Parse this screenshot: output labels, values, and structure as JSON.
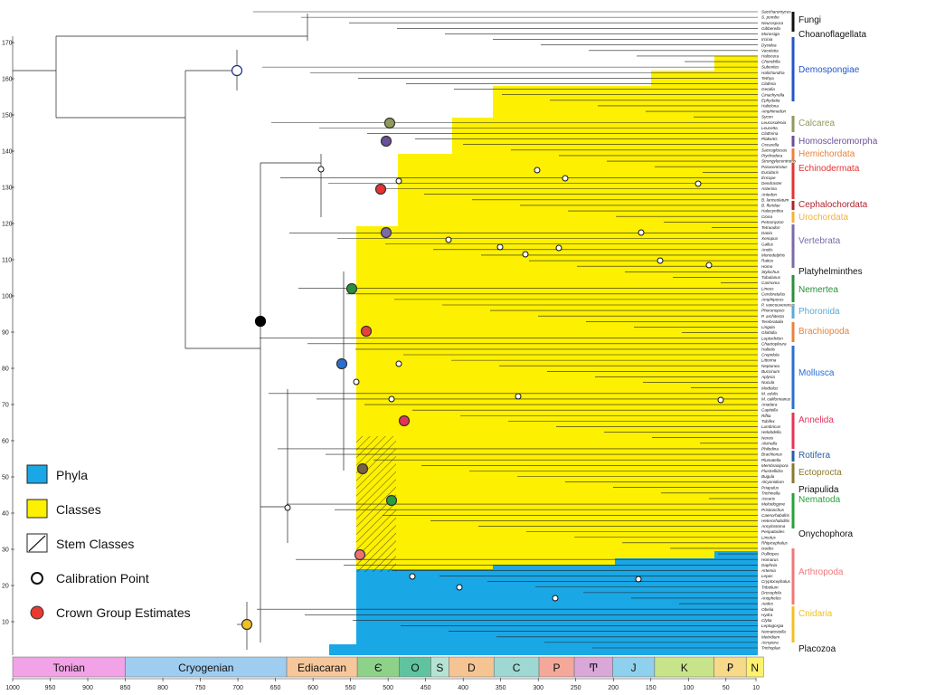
{
  "chart_data": {
    "type": "phylogenetic-timetree",
    "x_axis": {
      "ticks": [
        1000,
        950,
        900,
        850,
        800,
        750,
        700,
        650,
        600,
        550,
        500,
        450,
        400,
        350,
        300,
        250,
        200,
        150,
        100,
        50,
        10
      ],
      "range": [
        1000,
        10
      ]
    },
    "y_axis": {
      "ticks": [
        10,
        20,
        30,
        40,
        50,
        60,
        70,
        80,
        90,
        100,
        110,
        120,
        130,
        140,
        150,
        160,
        170
      ],
      "range": [
        0,
        172
      ]
    },
    "periods": [
      {
        "label": "Tonian",
        "start": 1000,
        "end": 850,
        "color": "#f2a2e6"
      },
      {
        "label": "Cryogenian",
        "start": 850,
        "end": 635,
        "color": "#9fcdf0"
      },
      {
        "label": "Ediacaran",
        "start": 635,
        "end": 541,
        "color": "#f7c79c"
      },
      {
        "label": "Є",
        "start": 541,
        "end": 485,
        "color": "#8ed28a"
      },
      {
        "label": "O",
        "start": 485,
        "end": 443,
        "color": "#5fc3a0"
      },
      {
        "label": "S",
        "start": 443,
        "end": 419,
        "color": "#b5e3d3"
      },
      {
        "label": "D",
        "start": 419,
        "end": 359,
        "color": "#f5c493"
      },
      {
        "label": "C",
        "start": 359,
        "end": 299,
        "color": "#9fd7d2"
      },
      {
        "label": "P",
        "start": 299,
        "end": 252,
        "color": "#f4a89a"
      },
      {
        "label": "Ͳ",
        "start": 252,
        "end": 201,
        "color": "#d9a7d8"
      },
      {
        "label": "J",
        "start": 201,
        "end": 145,
        "color": "#8fd0ec"
      },
      {
        "label": "K",
        "start": 145,
        "end": 66,
        "color": "#c8e48a"
      },
      {
        "label": "Ꝑ",
        "start": 66,
        "end": 23,
        "color": "#f7d98a"
      },
      {
        "label": "N",
        "start": 23,
        "end": 0,
        "color": "#fff170"
      }
    ],
    "legend": [
      {
        "label": "Phyla",
        "swatch": "phyla"
      },
      {
        "label": "Classes",
        "swatch": "classes"
      },
      {
        "label": "Stem Classes",
        "swatch": "stem"
      },
      {
        "label": "Calibration Point",
        "swatch": "calibration"
      },
      {
        "label": "Crown Group Estimates",
        "swatch": "crown"
      }
    ],
    "area_colors": {
      "phyla": "#1aa7e6",
      "classes": "#fdf000"
    },
    "taxa": [
      "Saccharomyces",
      "S. pombe",
      "Neurospora",
      "Gibberella",
      "Monosiga",
      "Ircinia",
      "Dysidea",
      "Vaceletia",
      "Haliscera",
      "Chondrilla",
      "Suberites",
      "Halichondria",
      "Tethya",
      "Clathria",
      "Geodia",
      "Cinachyrella",
      "Ephydatia",
      "Haliclona",
      "Amphimedon",
      "Sycon",
      "Leucosolenia",
      "Leucetta",
      "Clathrina",
      "Plakortis",
      "Oscarella",
      "Saccoglossus",
      "Ptychodera",
      "Strongylocentrotus",
      "Paracentrotus",
      "Eucidaris",
      "Encope",
      "Dendraster",
      "Asterina",
      "Antedon",
      "B. lanceolatum",
      "B. floridae",
      "Halocynthia",
      "Ciona",
      "Petromyzon",
      "Tetraodon",
      "Danio",
      "Xenopus",
      "Gallus",
      "Anolis",
      "Monodelphis",
      "Rattus",
      "Homo",
      "Stylochus",
      "Tubulanus",
      "Carinoma",
      "Lineus",
      "Cerebratulus",
      "Amphiporus",
      "P. vancouverensis",
      "Phoronopsis",
      "P. architecta",
      "Terebratalia",
      "Lingula",
      "Glottidia",
      "Leptochiton",
      "Chaetopleura",
      "Haliotis",
      "Crepidula",
      "Littorina",
      "Neptunea",
      "Buccinum",
      "Aplysia",
      "Nucula",
      "Modiolus",
      "M. edulis",
      "M. californianus",
      "Anadara",
      "Capitella",
      "Riftia",
      "Tubifex",
      "Lumbricus",
      "Helobdella",
      "Nereis",
      "Alvinella",
      "Philodina",
      "Brachionus",
      "Plumatella",
      "Membranipora",
      "Flustrellidra",
      "Bugula",
      "Alcyonidium",
      "Priapulus",
      "Trichinella",
      "Ascaris",
      "Meloidogyne",
      "Pristionchus",
      "Caenorhabditis",
      "Heterorhabditis",
      "Ancylostoma",
      "Peripatoides",
      "Limulus",
      "Rhipicephalus",
      "Ixodes",
      "Pollicipes",
      "Homarus",
      "Daphnia",
      "Artemia",
      "Lepas",
      "Cryptocephalus",
      "Tribolium",
      "Drosophila",
      "Anopheles",
      "Aedes",
      "Obelia",
      "Hydra",
      "Clytia",
      "Leptogorgia",
      "Nematostella",
      "Metridium",
      "Acropora",
      "Trichoplax"
    ],
    "groups": [
      {
        "label": "Fungi",
        "color": "#111111"
      },
      {
        "label": "Choanoflagellata",
        "color": "#111111"
      },
      {
        "label": "Demospongiae",
        "color": "#2356c8"
      },
      {
        "label": "Calcarea",
        "color": "#8f9a5a"
      },
      {
        "label": "Homoscleromorpha",
        "color": "#6b4f9a"
      },
      {
        "label": "Hemichordata",
        "color": "#e8833a"
      },
      {
        "label": "Echinodermata",
        "color": "#e63232"
      },
      {
        "label": "Cephalochordata",
        "color": "#b0222a"
      },
      {
        "label": "Urochordata",
        "color": "#f4b13a"
      },
      {
        "label": "Vertebrata",
        "color": "#7b6aa8"
      },
      {
        "label": "Platyhelminthes",
        "color": "#111111"
      },
      {
        "label": "Nemertea",
        "color": "#2a8f3a"
      },
      {
        "label": "Phoronida",
        "color": "#5aa9d8"
      },
      {
        "label": "Brachiopoda",
        "color": "#e8833a"
      },
      {
        "label": "Mollusca",
        "color": "#2a6fd0"
      },
      {
        "label": "Annelida",
        "color": "#e6325a"
      },
      {
        "label": "Rotifera",
        "color": "#2a5fa0"
      },
      {
        "label": "Ectoprocta",
        "color": "#8a7a2a"
      },
      {
        "label": "Priapulida",
        "color": "#111111"
      },
      {
        "label": "Nematoda",
        "color": "#2aa03a"
      },
      {
        "label": "Onychophora",
        "color": "#111111"
      },
      {
        "label": "Arthropoda",
        "color": "#f07878"
      },
      {
        "label": "Cnidaria",
        "color": "#f0c020"
      },
      {
        "label": "Placozoa",
        "color": "#111111"
      }
    ]
  }
}
